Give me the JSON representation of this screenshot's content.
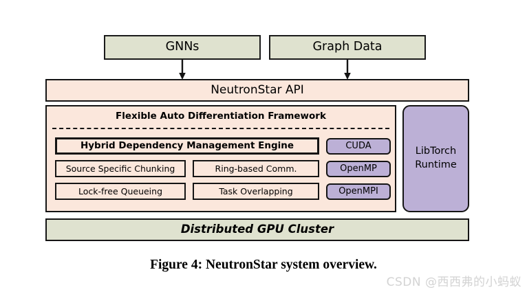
{
  "figure": {
    "caption": "Figure 4: NeutronStar system overview.",
    "watermark": "CSDN @西西弗的小蚂蚁"
  },
  "colors": {
    "green_fill": "#dfe2cf",
    "peach_fill": "#fbe7dc",
    "purple_fill": "#bcb0d6",
    "outline": "#141414",
    "watermark_gray": "#d3d3d3"
  },
  "diagram": {
    "sources": [
      {
        "label": "GNNs"
      },
      {
        "label": "Graph Data"
      }
    ],
    "arrows": [
      {
        "name": "gnns-to-api",
        "direction": "down"
      },
      {
        "name": "graph-data-to-api",
        "direction": "down"
      }
    ],
    "api_layer": {
      "label": "NeutronStar API"
    },
    "framework": {
      "title": "Flexible Auto Differentiation Framework",
      "modules": [
        {
          "label": "Hybrid Dependency Management Engine",
          "emphasis": "bold"
        },
        {
          "label": "Source Specific Chunking",
          "emphasis": "normal"
        },
        {
          "label": "Ring-based Comm.",
          "emphasis": "normal"
        },
        {
          "label": "Lock-free Queueing",
          "emphasis": "normal"
        },
        {
          "label": "Task Overlapping",
          "emphasis": "normal"
        }
      ],
      "backends": [
        {
          "label": "CUDA"
        },
        {
          "label": "OpenMP"
        },
        {
          "label": "OpenMPI"
        }
      ]
    },
    "runtime": {
      "line1": "LibTorch",
      "line2": "Runtime"
    },
    "hardware_layer": {
      "label": "Distributed GPU Cluster"
    }
  }
}
